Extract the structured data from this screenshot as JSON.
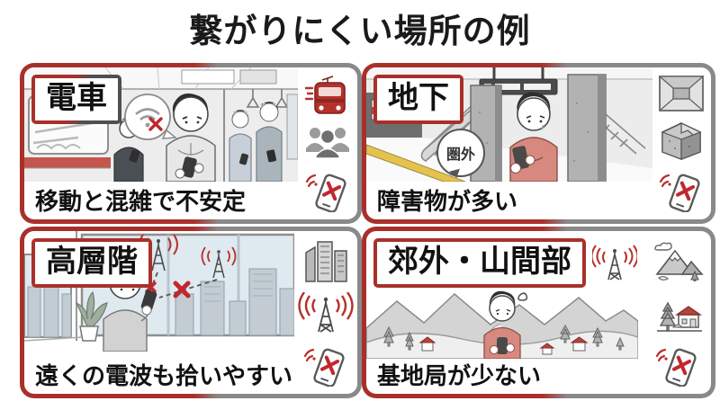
{
  "title": "繋がりにくい場所の例",
  "colors": {
    "accent_red": "#a9302a",
    "wipe_gray": "#898989",
    "x_red": "#c1272d",
    "illustration_red": "#d7897f",
    "train_red": "#b5312b",
    "sky_blue": "#dfe9f0"
  },
  "panels": [
    {
      "id": "train",
      "label": "電車",
      "caption": "移動と混雑で不安定",
      "icons": [
        "train-icon",
        "crowd-icon",
        "no-signal-phone-icon"
      ],
      "bubble": "wifi-no-signal"
    },
    {
      "id": "underground",
      "label": "地下",
      "caption": "障害物が多い",
      "bubble_text": "圏外",
      "icons": [
        "tunnel-icon",
        "concrete-block-icon",
        "no-signal-phone-icon"
      ]
    },
    {
      "id": "high-floor",
      "label": "高層階",
      "caption": "遠くの電波も拾いやすい",
      "icons": [
        "buildings-icon",
        "antenna-waves-icon",
        "no-signal-phone-icon"
      ]
    },
    {
      "id": "suburb-mountain",
      "label": "郊外・山間部",
      "caption": "基地局が少ない",
      "icons": [
        "antenna-waves-icon",
        "mountain-icon",
        "house-tree-icon",
        "no-signal-phone-icon"
      ]
    }
  ]
}
